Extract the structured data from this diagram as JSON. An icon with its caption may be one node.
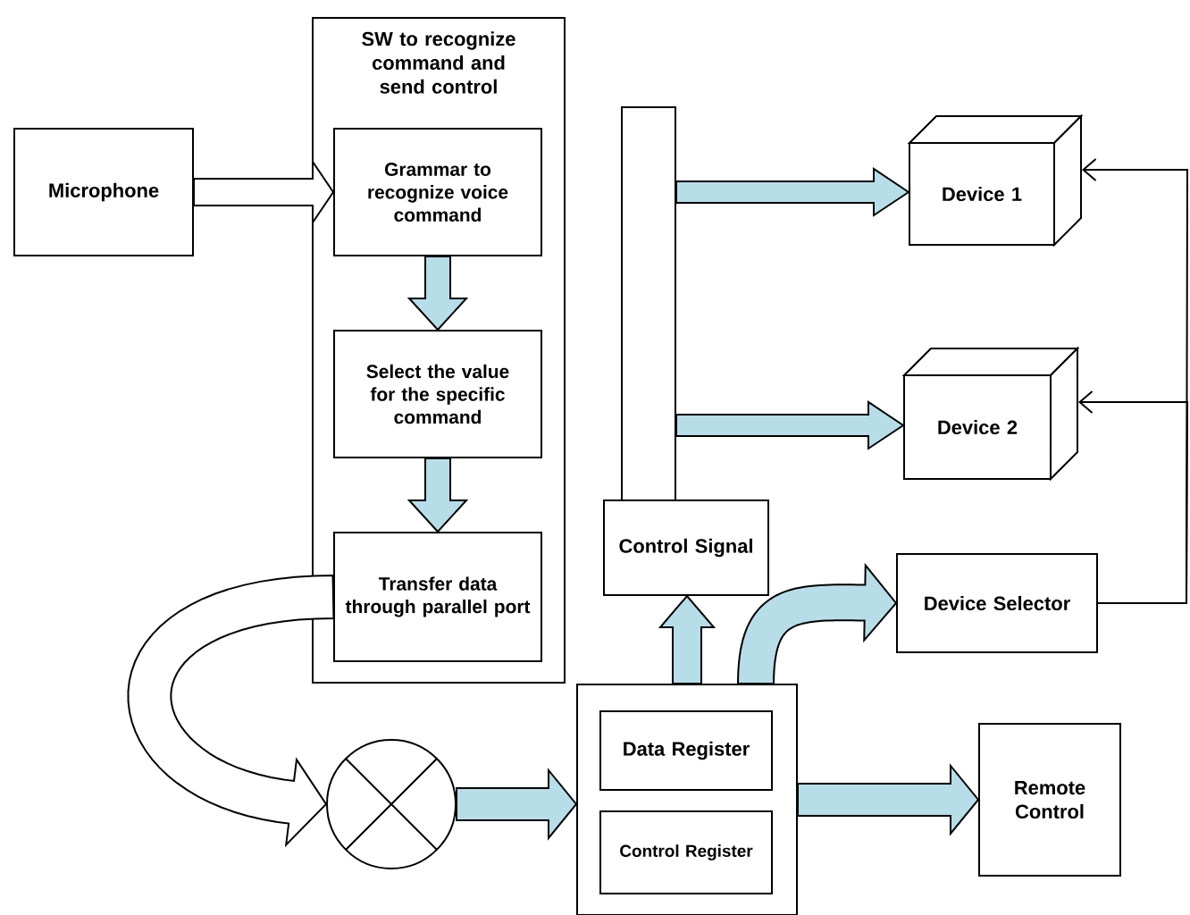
{
  "diagram": {
    "nodes": [
      {
        "text": [
          "Microphone"
        ]
      },
      {
        "text": [
          "SW to recognize command and send control"
        ]
      },
      {
        "text": [
          "Grammar to recognize voice command"
        ],
        "in": 1
      },
      {
        "text": [
          "Select the value for the specific command"
        ],
        "in": 1
      },
      {
        "text": [
          "Transfer data through parallel port"
        ],
        "in": 1
      },
      {
        "text": [],
        "shape": "bar"
      },
      {
        "text": [
          "Device 1"
        ]
      },
      {
        "text": [
          "Device 2"
        ]
      },
      {
        "text": [
          "Control Signal"
        ]
      },
      {
        "text": [
          "Device Selector"
        ]
      },
      {
        "text": [],
        "shape": "circle"
      },
      {
        "text": [],
        "shape": "box"
      },
      {
        "text": [
          "Data Register"
        ],
        "in": 11
      },
      {
        "text": [
          "Control Register"
        ],
        "in": 11
      },
      {
        "text": [
          "Remote Control"
        ]
      }
    ],
    "edges": [
      {
        "from": 0,
        "to": 2,
        "arrow": "to",
        "style": "thick",
        "color": "#ffffff"
      },
      {
        "from": 2,
        "to": 3,
        "arrow": "to",
        "style": "thick",
        "color": "#b7dde8"
      },
      {
        "from": 3,
        "to": 4,
        "arrow": "to",
        "style": "thick",
        "color": "#b7dde8"
      },
      {
        "from": 4,
        "to": 10,
        "arrow": "to",
        "style": "thick",
        "color": "#ffffff"
      },
      {
        "from": 10,
        "to": 11,
        "arrow": "to",
        "style": "thick",
        "color": "#b7dde8"
      },
      {
        "from": 11,
        "to": 8,
        "arrow": "to",
        "style": "thick",
        "color": "#b7dde8"
      },
      {
        "from": 11,
        "to": 9,
        "arrow": "to",
        "style": "thick",
        "color": "#b7dde8"
      },
      {
        "from": 11,
        "to": 14,
        "arrow": "to",
        "style": "thick",
        "color": "#b7dde8"
      },
      {
        "from": 5,
        "to": 6,
        "arrow": "to",
        "style": "thick",
        "color": "#b7dde8"
      },
      {
        "from": 5,
        "to": 7,
        "arrow": "to",
        "style": "thick",
        "color": "#b7dde8"
      },
      {
        "from": 9,
        "to": 6,
        "arrow": "to"
      },
      {
        "from": 9,
        "to": 7,
        "arrow": "to"
      }
    ]
  }
}
